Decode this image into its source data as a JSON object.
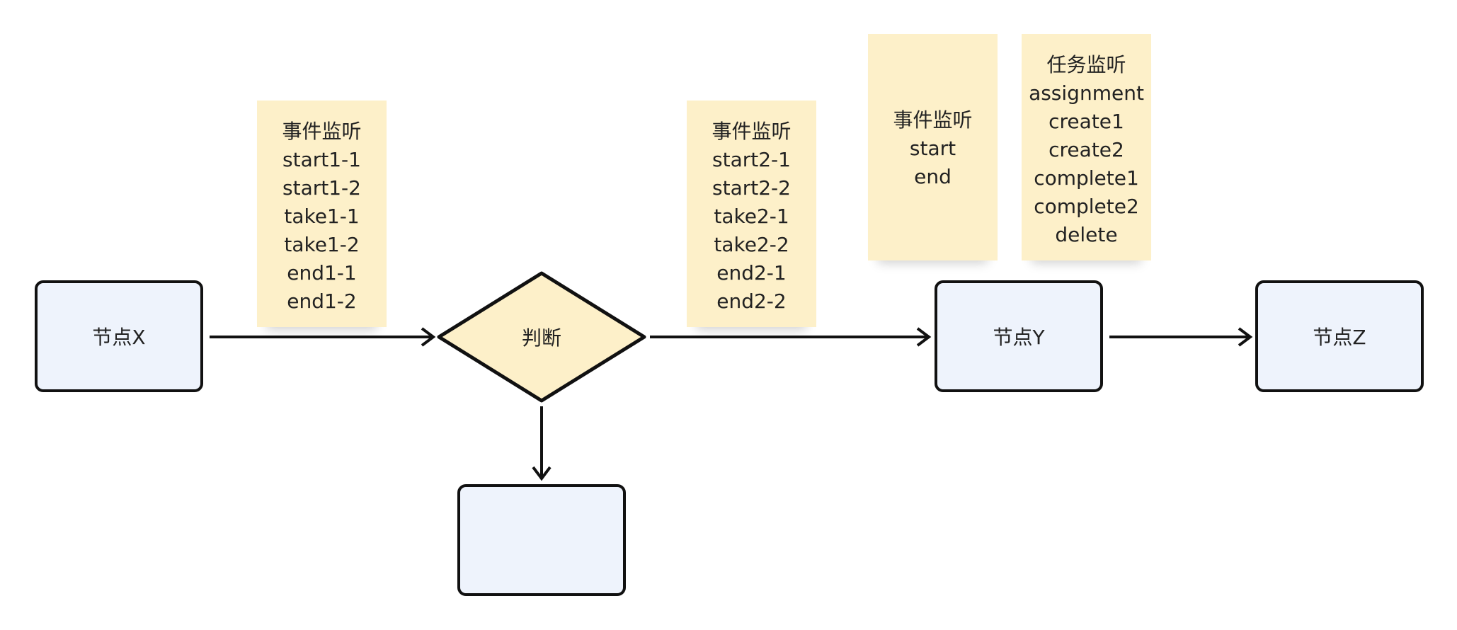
{
  "colors": {
    "node_fill": "#eef3fc",
    "decision_fill": "#fdf0c9",
    "sticky_fill": "#fdf0c9",
    "stroke": "#111111"
  },
  "nodes": {
    "node_x": "节点X",
    "decision": "判断",
    "node_y": "节点Y",
    "node_z": "节点Z",
    "branch_node": ""
  },
  "notes": [
    {
      "lines": [
        "事件监听",
        "start1-1",
        "start1-2",
        "take1-1",
        "take1-2",
        "end1-1",
        "end1-2"
      ]
    },
    {
      "lines": [
        "事件监听",
        "start2-1",
        "start2-2",
        "take2-1",
        "take2-2",
        "end2-1",
        "end2-2"
      ]
    },
    {
      "lines": [
        "事件监听",
        "start",
        "end"
      ]
    },
    {
      "lines": [
        "任务监听",
        "assignment",
        "create1",
        "create2",
        "complete1",
        "complete2",
        "delete"
      ]
    }
  ]
}
